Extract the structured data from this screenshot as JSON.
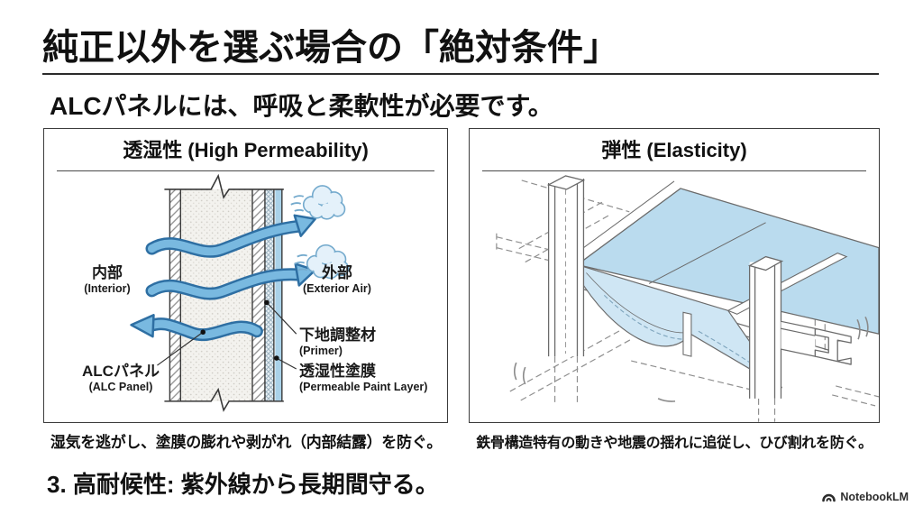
{
  "slide": {
    "title": "純正以外を選ぶ場合の「絶対条件」",
    "subtitle": "ALCパネルには、呼吸と柔軟性が必要です。",
    "footer_point": "3. 高耐候性: 紫外線から長期間守る。",
    "watermark": {
      "icon": "notebooklm-icon",
      "label": "NotebookLM"
    }
  },
  "left_panel": {
    "title": "透湿性 (High Permeability)",
    "caption": "湿気を逃がし、塗膜の膨れや剥がれ（内部結露）を防ぐ。",
    "labels": {
      "interior_jp": "内部",
      "interior_en": "(Interior)",
      "exterior_jp": "外部",
      "exterior_en": "(Exterior Air)",
      "primer_jp": "下地調整材",
      "primer_en": "(Primer)",
      "paint_jp": "透湿性塗膜",
      "paint_en": "(Permeable Paint Layer)",
      "alc_jp": "ALCパネル",
      "alc_en": "(ALC Panel)"
    }
  },
  "right_panel": {
    "title": "弾性 (Elasticity)",
    "caption": "鉄骨構造特有の動きや地震の揺れに追従し、ひび割れを防ぐ。"
  },
  "colors": {
    "arrow_fill": "#79b9e0",
    "arrow_outline": "#2e6fa3",
    "cloud_fill": "#e4f1fa",
    "cloud_stroke": "#74aacd",
    "paint_layer_blue": "#aad2e9",
    "slab_blue": "#badbee",
    "slab_front_blue": "#cfe6f4",
    "line_gray": "#6b6b6b"
  }
}
